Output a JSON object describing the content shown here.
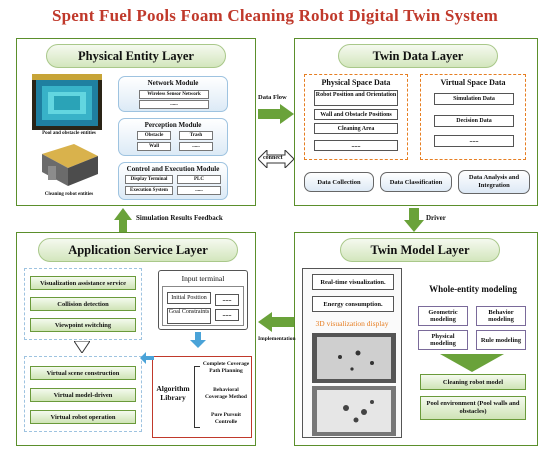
{
  "title": "Spent Fuel Pools Foam Cleaning Robot Digital Twin  System",
  "physical": {
    "header": "Physical Entity Layer",
    "pool_caption": "Pool and obstacle entities",
    "robot_caption": "Cleaning robot entities",
    "network": {
      "title": "Network Module",
      "items": [
        "Wireless Sensor Network",
        "......"
      ]
    },
    "perception": {
      "title": "Perception Module",
      "items": [
        "Obstacle",
        "Trash",
        "Wall",
        "......"
      ]
    },
    "control": {
      "title": "Control and Execution Module",
      "items": [
        "Display Terminal",
        "PLC",
        "Execution System",
        "......"
      ]
    }
  },
  "twin_data": {
    "header": "Twin Data Layer",
    "physical_space": {
      "title": "Physical Space Data",
      "items": [
        "Robot Position and Orientation",
        "Wall and Obstacle Positions",
        "Cleaning Area",
        "......"
      ]
    },
    "virtual_space": {
      "title": "Virtual Space Data",
      "items": [
        "Simulation Data",
        "Decision Data",
        "......"
      ]
    },
    "buttons": [
      "Data Collection",
      "Data Classification",
      "Data Analysis and Integration"
    ]
  },
  "twin_model": {
    "header": "Twin Model Layer",
    "info": [
      "Real-time visualization.",
      "Energy consumption."
    ],
    "display_label": "3D visualization display",
    "whole_entity_title": "Whole-entity modeling",
    "modeling": [
      "Geometric modeling",
      "Behavior modeling",
      "Physical modeling",
      "Rule modeling"
    ],
    "outputs": [
      "Cleaning robot model",
      "Pool environment (Pool walls and obstacles)"
    ]
  },
  "application": {
    "header": "Application Service Layer",
    "services_top": [
      "Visualization assistance service",
      "Collision detection",
      "Viewpoint switching"
    ],
    "services_bottom": [
      "Virtual scene construction",
      "Virtual model-driven",
      "Virtual robot operation"
    ],
    "input_terminal": {
      "title": "Input terminal",
      "items": [
        "Initial Position",
        "Goal Constraints",
        "......",
        "......"
      ]
    },
    "algorithm": {
      "title": "Algorithm Library",
      "items": [
        "Complete Coverage Path Planning",
        "Behavioral Coverage Method",
        "Pure Pursuit Controlle"
      ]
    }
  },
  "arrows": {
    "data_flow": "Data Flow",
    "connect": "connect",
    "driver": "Driver",
    "implementation": "Implementation",
    "feedback": "Simulation Results Feedback"
  },
  "colors": {
    "title": "#c0392b",
    "panel_border": "#5b8f2c",
    "dashed": "#e67e22",
    "arrow": "#6aa23a",
    "algorithm_border": "#c0392b"
  }
}
